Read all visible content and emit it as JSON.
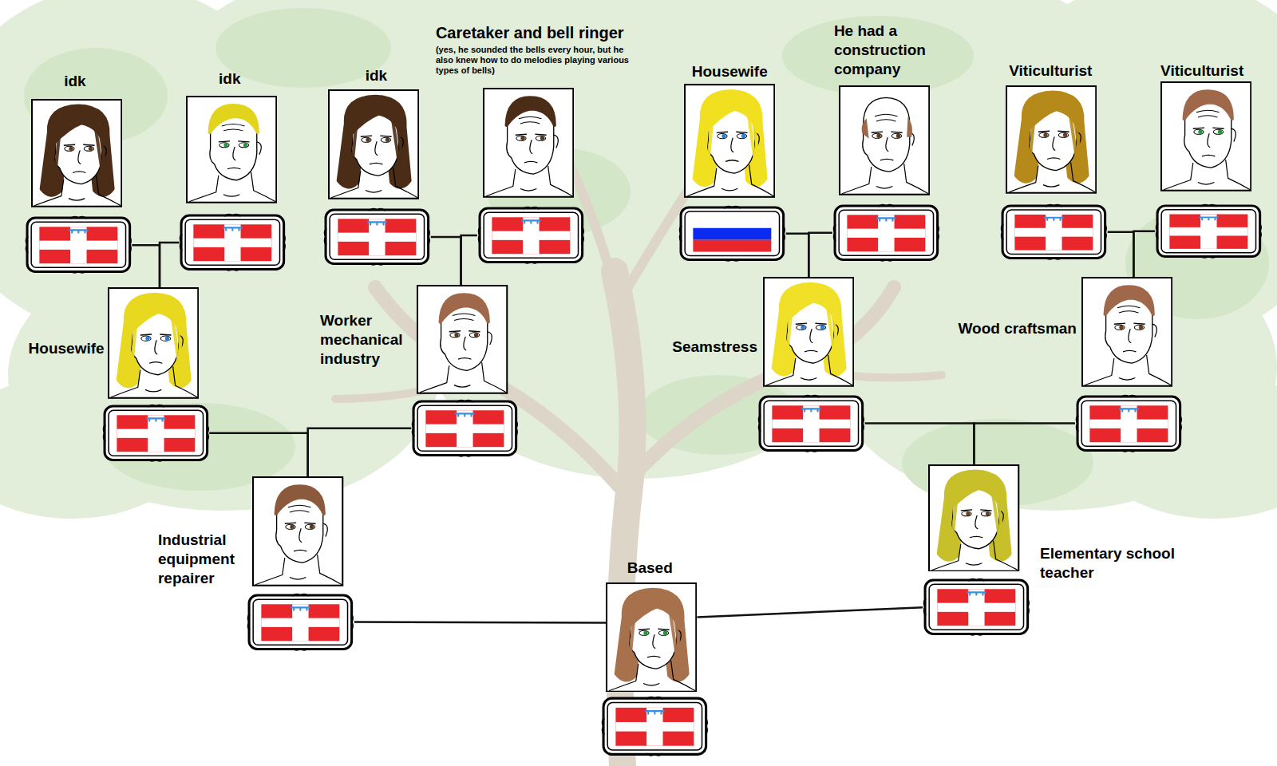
{
  "diagram": {
    "nodes": [
      {
        "text": [
          "idk"
        ]
      },
      {
        "text": [
          "idk"
        ]
      },
      {
        "text": [
          "idk"
        ]
      },
      {
        "text": [
          "Caretaker and bell ringer",
          "(yes, he sounded the bells every hour, but he also knew how to do melodies playing various types of bells)"
        ]
      },
      {
        "text": [
          "Housewife"
        ]
      },
      {
        "text": [
          "He had a construction company"
        ]
      },
      {
        "text": [
          "Viticulturist"
        ]
      },
      {
        "text": [
          "Viticulturist"
        ]
      },
      {
        "text": [
          "Housewife"
        ]
      },
      {
        "text": [
          "Worker mechanical industry"
        ]
      },
      {
        "text": [
          "Seamstress"
        ]
      },
      {
        "text": [
          "Wood craftsman"
        ]
      },
      {
        "text": [
          "Industrial equipment repairer"
        ]
      },
      {
        "text": [
          "Based"
        ]
      },
      {
        "text": [
          "Elementary school teacher"
        ]
      }
    ],
    "edges": [
      {
        "from": 0,
        "to": 8,
        "arrow": "none"
      },
      {
        "from": 1,
        "to": 8,
        "arrow": "none"
      },
      {
        "from": 2,
        "to": 9,
        "arrow": "none"
      },
      {
        "from": 3,
        "to": 9,
        "arrow": "none"
      },
      {
        "from": 4,
        "to": 10,
        "arrow": "none"
      },
      {
        "from": 5,
        "to": 10,
        "arrow": "none"
      },
      {
        "from": 6,
        "to": 11,
        "arrow": "none"
      },
      {
        "from": 7,
        "to": 11,
        "arrow": "none"
      },
      {
        "from": 8,
        "to": 12,
        "arrow": "none"
      },
      {
        "from": 9,
        "to": 12,
        "arrow": "none"
      },
      {
        "from": 10,
        "to": 14,
        "arrow": "none"
      },
      {
        "from": 11,
        "to": 14,
        "arrow": "none"
      },
      {
        "from": 12,
        "to": 13,
        "arrow": "none"
      },
      {
        "from": 14,
        "to": 13,
        "arrow": "none"
      }
    ]
  }
}
